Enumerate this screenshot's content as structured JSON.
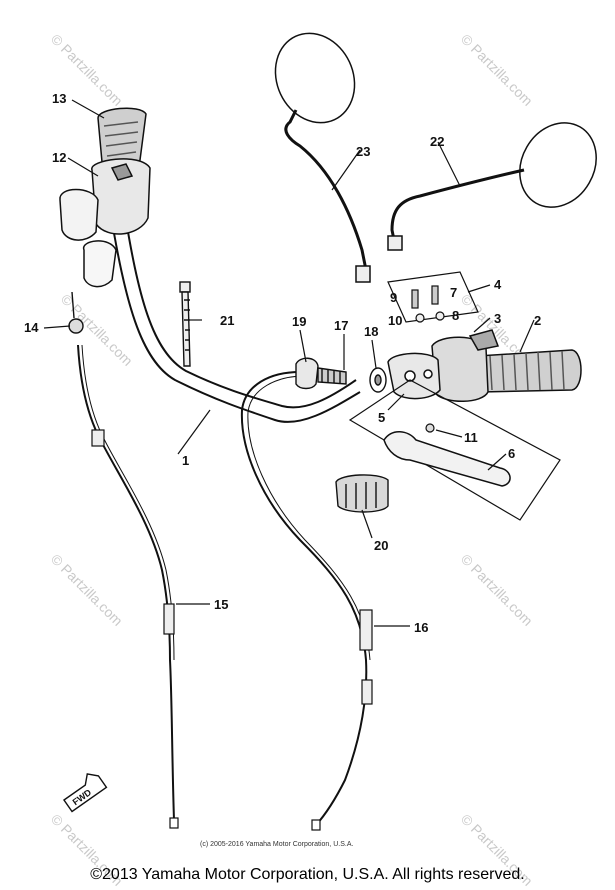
{
  "watermark": {
    "text": "© Partzilla.com"
  },
  "fwd_badge": "FWD",
  "inner_copyright": "(c) 2005-2016 Yamaha Motor Corporation, U.S.A.",
  "footer_copyright": "©2013 Yamaha Motor Corporation, U.S.A. All rights reserved.",
  "parts": [
    {
      "number": "1"
    },
    {
      "number": "2"
    },
    {
      "number": "3"
    },
    {
      "number": "4"
    },
    {
      "number": "5"
    },
    {
      "number": "6"
    },
    {
      "number": "7"
    },
    {
      "number": "8"
    },
    {
      "number": "9"
    },
    {
      "number": "10"
    },
    {
      "number": "11"
    },
    {
      "number": "12"
    },
    {
      "number": "13"
    },
    {
      "number": "14"
    },
    {
      "number": "15"
    },
    {
      "number": "16"
    },
    {
      "number": "17"
    },
    {
      "number": "18"
    },
    {
      "number": "19"
    },
    {
      "number": "20"
    },
    {
      "number": "21"
    },
    {
      "number": "22"
    },
    {
      "number": "23"
    }
  ]
}
